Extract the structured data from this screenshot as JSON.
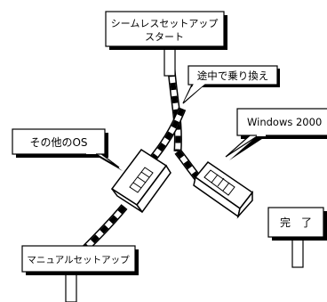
{
  "start_sign": {
    "line1": "シームレスセットアップ",
    "line2": "スタート"
  },
  "junction_callout": "途中で乗り換え",
  "left_callout": "その他のOS",
  "right_callout": "Windows 2000",
  "manual_sign": "マニュアルセットアップ",
  "finish_sign": "完　了",
  "colors": {
    "stroke": "#000000",
    "fill": "#ffffff",
    "shadow": "#000000"
  }
}
